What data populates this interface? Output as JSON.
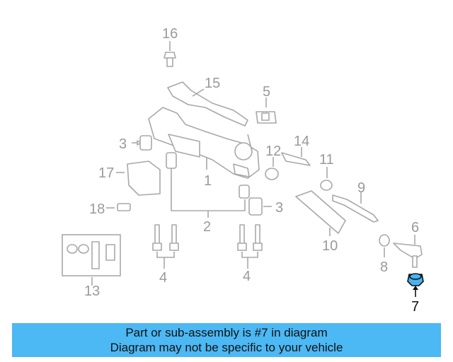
{
  "diagram": {
    "callouts": [
      "16",
      "15",
      "5",
      "3",
      "14",
      "12",
      "11",
      "17",
      "1",
      "9",
      "18",
      "3",
      "2",
      "10",
      "6",
      "13",
      "4",
      "4",
      "8",
      "7"
    ],
    "highlighted_callout": "7",
    "highlight_color": "#46b4f0"
  },
  "banner": {
    "line1": "Part or sub-assembly is #7 in diagram",
    "line2": "Diagram may not be specific to your vehicle",
    "background": "#4cb8f4"
  }
}
